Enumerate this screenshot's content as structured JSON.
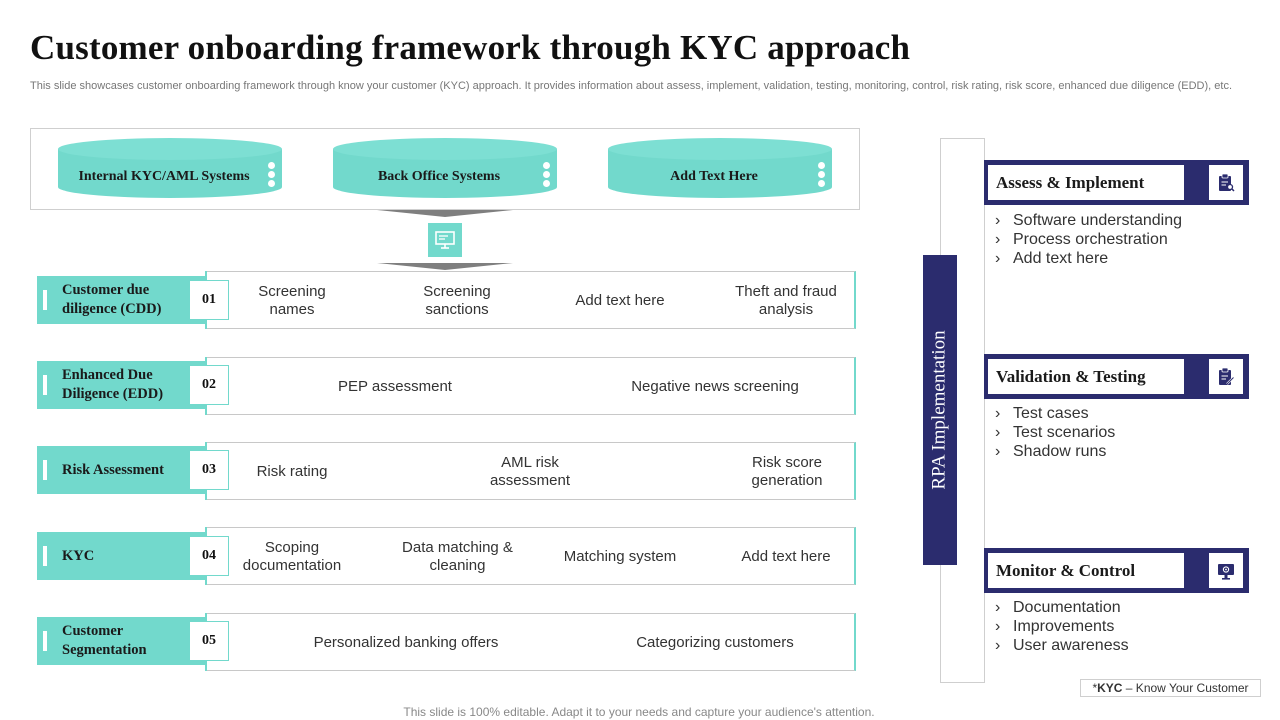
{
  "title": "Customer onboarding framework through KYC approach",
  "subtitle": "This slide showcases customer onboarding framework through know your customer (KYC) approach. It provides information about assess, implement, validation, testing, monitoring, control, risk rating, risk score, enhanced due diligence (EDD), etc.",
  "systems": [
    "Internal KYC/AML Systems",
    "Back Office Systems",
    "Add Text Here"
  ],
  "rows": [
    {
      "label": "Customer due diligence (CDD)",
      "num": "01",
      "items": [
        "Screening names",
        "Screening sanctions",
        "Add text here",
        "Theft and fraud analysis"
      ]
    },
    {
      "label": "Enhanced Due Diligence (EDD)",
      "num": "02",
      "items": [
        "PEP assessment",
        "Negative news screening"
      ]
    },
    {
      "label": "Risk Assessment",
      "num": "03",
      "items": [
        "Risk rating",
        "AML risk assessment",
        "Risk score generation"
      ]
    },
    {
      "label": "KYC",
      "num": "04",
      "items": [
        "Scoping documentation",
        "Data matching & cleaning",
        "Matching system",
        "Add text here"
      ]
    },
    {
      "label": "Customer Segmentation",
      "num": "05",
      "items": [
        "Personalized banking offers",
        "Categorizing customers"
      ]
    }
  ],
  "rpa_label": "RPA Implementation",
  "stages": [
    {
      "title": "Assess & Implement",
      "icon": "clipboard-search-icon",
      "items": [
        "Software understanding",
        "Process orchestration",
        "Add text here"
      ]
    },
    {
      "title": "Validation & Testing",
      "icon": "clipboard-edit-icon",
      "items": [
        "Test cases",
        "Test scenarios",
        "Shadow runs"
      ]
    },
    {
      "title": "Monitor & Control",
      "icon": "monitor-icon",
      "items": [
        "Documentation",
        "Improvements",
        "User awareness"
      ]
    }
  ],
  "footnote": {
    "prefix": "*",
    "term": "KYC",
    "definition": " – Know Your Customer"
  },
  "footer": "This slide is 100% editable. Adapt it to your needs and capture your audience's attention.",
  "colors": {
    "teal": "#72d9cc",
    "navy": "#2b2c6e"
  }
}
